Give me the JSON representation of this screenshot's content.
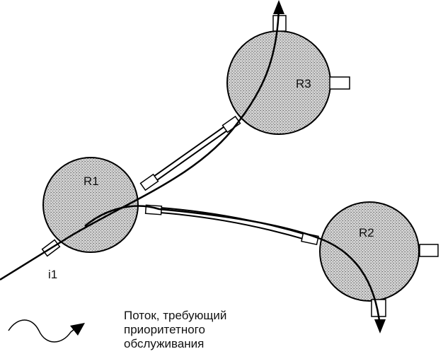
{
  "routers": [
    {
      "id": "r1",
      "label": "R1"
    },
    {
      "id": "r2",
      "label": "R2"
    },
    {
      "id": "r3",
      "label": "R3"
    }
  ],
  "interface_label": "i1",
  "legend": {
    "lines": [
      "Поток, требующий",
      "приоритетного",
      "обслуживания"
    ]
  },
  "colors": {
    "router_fill": "#c4c4c4",
    "stroke": "#000000",
    "link_fill": "#ffffff"
  }
}
